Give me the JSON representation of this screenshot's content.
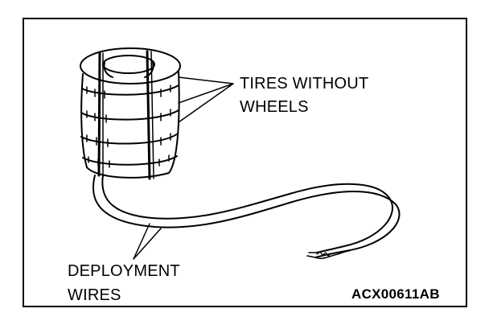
{
  "labels": {
    "tires_line1": "TIRES WITHOUT",
    "tires_line2": "WHEELS",
    "wires_line1": "DEPLOYMENT",
    "wires_line2": "WIRES"
  },
  "figure_code": "ACX00611AB",
  "colors": {
    "line": "#000000",
    "background": "#ffffff"
  }
}
